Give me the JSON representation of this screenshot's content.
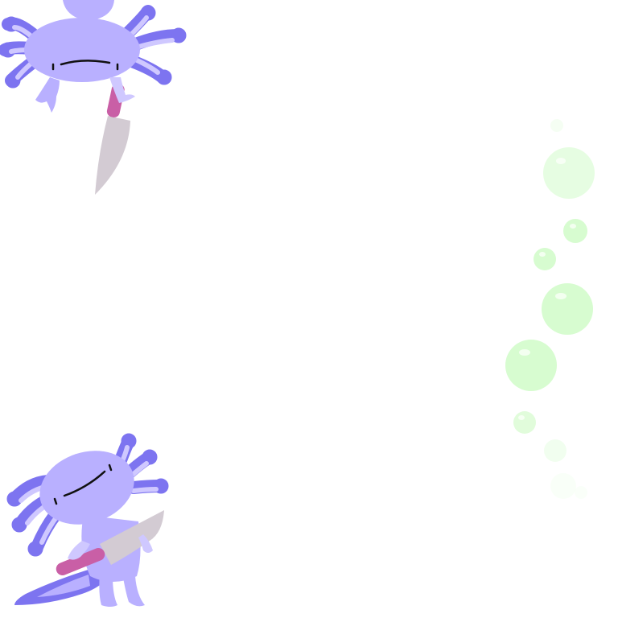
{
  "scene": {
    "background": "#ffffff",
    "characters": [
      {
        "name": "axolotl-upside-down",
        "holding": "knife"
      },
      {
        "name": "axolotl-standing",
        "holding": "knife"
      }
    ],
    "bubble_count": 10
  },
  "colors": {
    "body": "#b9b0ff",
    "gills": "#7d74f0",
    "limb_light": "#cfc8ff",
    "knife_handle": "#c95fa6",
    "knife_blade": "#d3cbd3",
    "face_line": "#111111",
    "bubble": "#d7fcd0",
    "bubble_highlight": "#f3fff0"
  }
}
